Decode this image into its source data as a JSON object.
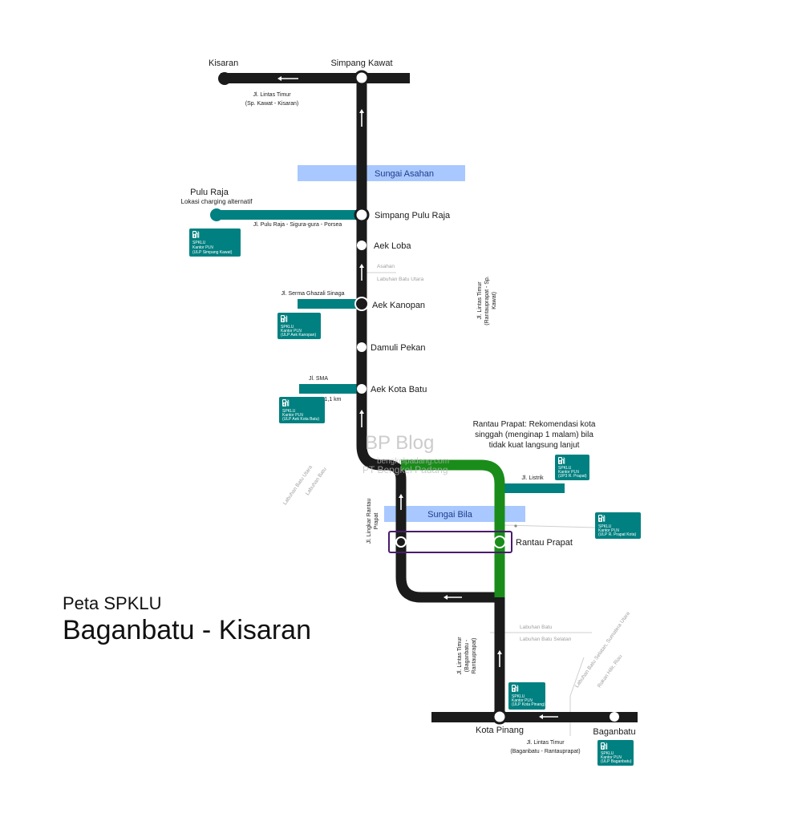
{
  "heading": {
    "subtitle": "Peta SPKLU",
    "title": "Baganbatu - Kisaran"
  },
  "watermark": {
    "line1": "BP Blog",
    "line2": "bengkelpadang.com",
    "line3": "PT Bengkel Padang"
  },
  "places": {
    "kisaran": "Kisaran",
    "simpang_kawat": "Simpang Kawat",
    "pulu_raja": "Pulu Raja",
    "pulu_raja_note": "Lokasi charging alternatif",
    "simpang_pulu_raja": "Simpang Pulu Raja",
    "aek_loba": "Aek Loba",
    "aek_kanopan": "Aek Kanopan",
    "damuli_pekan": "Damuli Pekan",
    "aek_kota_batu": "Aek Kota Batu",
    "rantau_prapat": "Rantau Prapat",
    "kota_pinang": "Kota Pinang",
    "baganbatu": "Baganbatu"
  },
  "rivers": {
    "asahan": "Sungai Asahan",
    "bila": "Sungai Bila"
  },
  "roads": {
    "lintas_timur_top_1": "Jl. Lintas Timur",
    "lintas_timur_top_2": "(Sp. Kawat - Kisaran)",
    "pulu_raja_road": "Jl. Pulu Raja - Sigura-gura - Porsea",
    "serma": "Jl. Serma Ghazali Sinaga",
    "sma": "Jl. SMA",
    "sma_distance": "1,1 km",
    "listrik": "Jl. Listrik",
    "lingkar_1": "Jl. Lingkar Rantau",
    "lingkar_2": "Prapat",
    "lintas_right_1": "Jl. Lintas Timur",
    "lintas_right_2": "(Rantauprapat - Sp.",
    "lintas_right_3": "Kawat)",
    "lintas_mid_1": "Jl. Lintas Timur",
    "lintas_mid_2": "(Baganbatu -",
    "lintas_mid_3": "Rantauprapat)",
    "lintas_bottom_1": "Jl. Lintas Timur",
    "lintas_bottom_2": "(Baganbatu - Rantauprapat)"
  },
  "borders": {
    "asahan": "Asahan",
    "labuhan_batu_utara": "Labuhan Batu Utara",
    "lbu_diag_1": "Labuhan Batu Utara",
    "lbu_diag_2": "Labuhan Batu",
    "labuhan_batu": "Labuhan Batu",
    "labuhan_batu_selatan": "Labuhan Batu Selatan",
    "lbs_sumut": "Labuhan Batu Selatan, Sumatera Utara",
    "rokan_hilir": "Rokan Hilir, Riau"
  },
  "recommendation": {
    "line1": "Rantau Prapat: Rekomendasi kota",
    "line2": "singgah (menginap 1 malam) bila",
    "line3": "tidak kuat langsung lanjut"
  },
  "spklu": [
    {
      "title": "SPKLU",
      "line1": "Kantor PLN",
      "line2": "(ULP Simpang Kawat)"
    },
    {
      "title": "SPKLU",
      "line1": "Kantor PLN",
      "line2": "(ULP Aek Kanopan)"
    },
    {
      "title": "SPKLU",
      "line1": "Kantor PLN",
      "line2": "(ULP Aek Kota Batu)"
    },
    {
      "title": "SPKLU",
      "line1": "Kantor PLN",
      "line2": "(UP3 R. Prapat)"
    },
    {
      "title": "SPKLU",
      "line1": "Kantor PLN",
      "line2": "(ULP R. Prapat Kota)"
    },
    {
      "title": "SPKLU",
      "line1": "Kantor PLN",
      "line2": "(ULP Kota Pinang)"
    },
    {
      "title": "SPKLU",
      "line1": "Kantor PLN",
      "line2": "(ULP Baganbatu)"
    }
  ],
  "colors": {
    "road": "#1b1b1b",
    "green_route": "#1a8c1a",
    "teal": "#008080",
    "river": "#a8c8ff",
    "river_text": "#1f3c8a",
    "highlight_box": "#4b1a6e",
    "border_line": "#cfcfcf",
    "border_text": "#a0a0a0"
  },
  "icons": {
    "spklu": "ev-charger-icon",
    "arrow": "direction-arrow-icon"
  }
}
